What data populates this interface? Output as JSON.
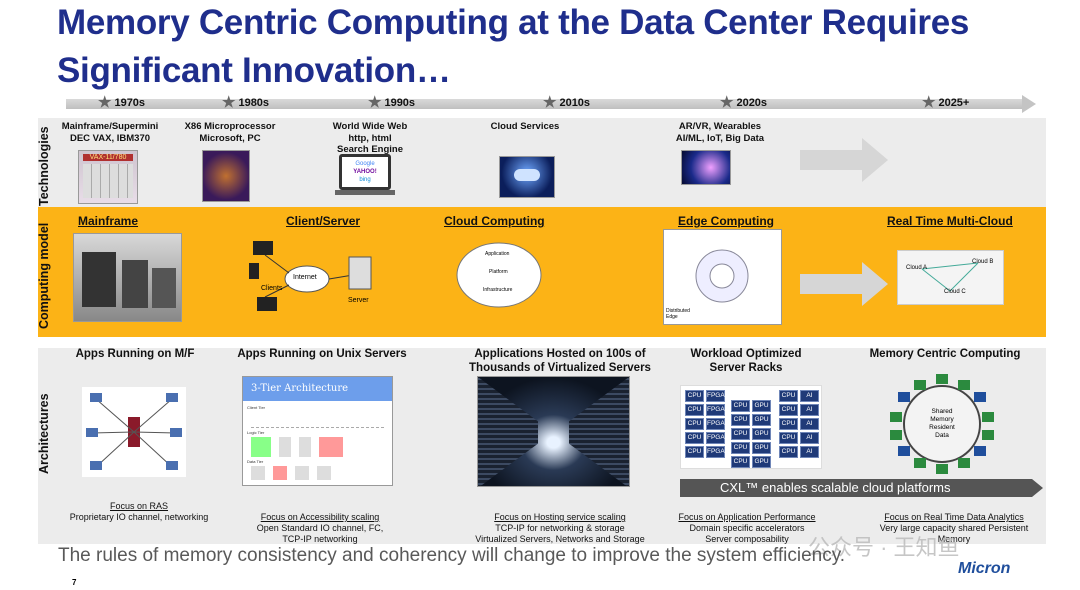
{
  "title": {
    "line1": "Memory Centric Computing at the Data Center Requires",
    "line2": "Significant Innovation…"
  },
  "timeline": [
    "1970s",
    "1980s",
    "1990s",
    "2010s",
    "2020s",
    "2025+"
  ],
  "bands": {
    "technologies": "Technologies",
    "computing_model": "Computing model",
    "architectures": "Architectures"
  },
  "technologies": [
    {
      "text": "Mainframe/Supermini\nDEC VAX, IBM370",
      "image_label": "VAX-11/780"
    },
    {
      "text": "X86 Microprocessor\nMicrosoft, PC"
    },
    {
      "text": "World Wide Web\nhttp, html\nSearch Engine",
      "image_labels": [
        "Google",
        "YAHOO!",
        "bing"
      ]
    },
    {
      "text": "Cloud Services"
    },
    {
      "text": "AR/VR, Wearables\nAI/ML, IoT, Big Data"
    }
  ],
  "models": [
    {
      "title": "Mainframe"
    },
    {
      "title": "Client/Server",
      "labels": {
        "internet": "Internet",
        "clients": "Clients",
        "server": "Server"
      }
    },
    {
      "title": "Cloud Computing",
      "labels": {
        "application": "Application",
        "platform": "Platform",
        "infrastructure": "Infrastructure"
      }
    },
    {
      "title": "Edge Computing",
      "labels": {
        "distributed": "Distributed\nEdge"
      }
    },
    {
      "title": "Real Time Multi-Cloud",
      "labels": {
        "a": "Cloud A",
        "b": "Cloud B",
        "c": "Cloud C"
      }
    }
  ],
  "architectures": [
    {
      "title": "Apps Running on M/F",
      "focus": "Focus on RAS",
      "detail": "Proprietary IO channel, networking"
    },
    {
      "title": "Apps Running on Unix Servers",
      "focus": "Focus on Accessibility scaling",
      "detail": "Open Standard IO channel, FC,\nTCP-IP networking",
      "image_title": "3-Tier Architecture",
      "tiers": [
        "Client Tier",
        "Logic Tier",
        "Data Tier"
      ]
    },
    {
      "title": "Applications Hosted on 100s of\nThousands of Virtualized Servers",
      "focus": "Focus on Hosting service scaling",
      "detail": "TCP-IP for networking & storage\nVirtualized Servers, Networks and Storage"
    },
    {
      "title": "Workload Optimized\nServer Racks",
      "focus": "Focus on Application Performance",
      "detail": "Domain specific accelerators\nServer composability",
      "chips": [
        "CPU",
        "FPGA",
        "GPU",
        "AI"
      ]
    },
    {
      "title": "Memory Centric Computing",
      "focus": "Focus on Real Time Data Analytics",
      "detail": "Very large capacity shared Persistent\nMemory",
      "center_label": "Shared\nMemory\nResident\nData"
    }
  ],
  "cxl": "CXL™ enables scalable cloud platforms",
  "bottom_text": "The rules of memory consistency and coherency will change to improve the system efficiency.",
  "page_number": "7",
  "logo": "Micron",
  "watermark": "公众号 · 王知鱼",
  "colors": {
    "title": "#1f2e8c",
    "band_orange": "#fcb316",
    "band_gray": "#ececec"
  }
}
